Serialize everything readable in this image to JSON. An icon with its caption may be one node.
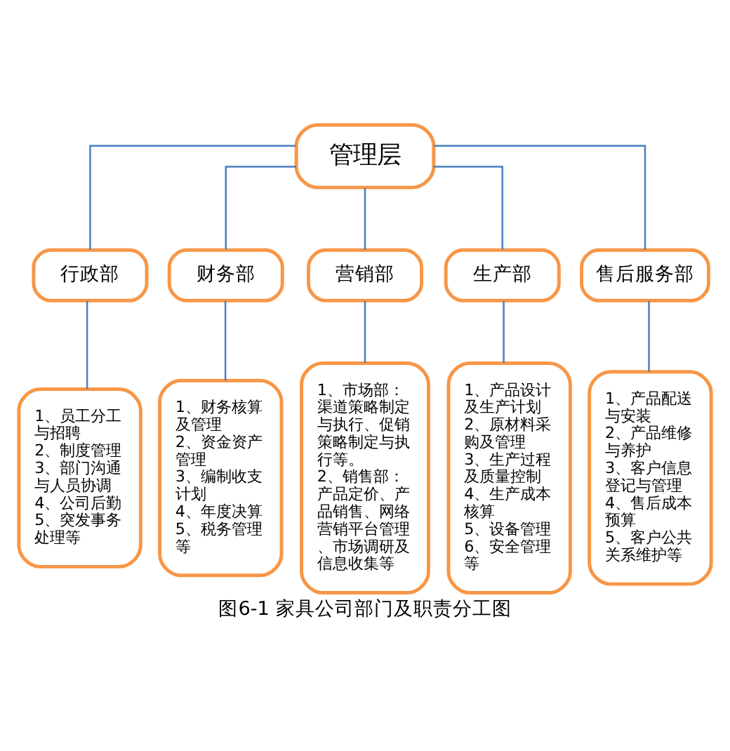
{
  "diagram": {
    "caption": "图6-1 家具公司部门及职责分工图",
    "nodes": [
      {
        "text": [
          "管理层"
        ]
      },
      {
        "text": [
          "行政部"
        ]
      },
      {
        "text": [
          "财务部"
        ]
      },
      {
        "text": [
          "营销部"
        ]
      },
      {
        "text": [
          "生产部"
        ]
      },
      {
        "text": [
          "售后服务部"
        ]
      },
      {
        "text": [
          "1、员工分工与招聘",
          "2、制度管理",
          "3、部门沟通与人员协调",
          "4、公司后勤",
          "5、突发事务处理等"
        ]
      },
      {
        "text": [
          "1、财务核算及管理",
          "2、资金资产管理",
          "3、编制收支计划",
          "4、年度决算",
          "5、税务管理等"
        ]
      },
      {
        "text": [
          "1、市场部：渠道策略制定与执行、促销策略制定与执行等。",
          "2、销售部：产品定价、产品销售、网络营销平台管理、市场调研及信息收集等"
        ]
      },
      {
        "text": [
          "1、产品设计及生产计划",
          "2、原材料采购及管理",
          "3、生产过程及质量控制",
          "4、生产成本核算",
          "5、设备管理",
          "6、安全管理等"
        ]
      },
      {
        "text": [
          "1、产品配送与安装",
          "2、产品维修与养护",
          "3、客户信息登记与管理",
          "4、售后成本预算",
          "5、客户公共关系维护等"
        ]
      }
    ],
    "edges": [
      {
        "from": 0,
        "to": 1,
        "arrow": "none"
      },
      {
        "from": 0,
        "to": 2,
        "arrow": "none"
      },
      {
        "from": 0,
        "to": 3,
        "arrow": "none"
      },
      {
        "from": 0,
        "to": 4,
        "arrow": "none"
      },
      {
        "from": 0,
        "to": 5,
        "arrow": "none"
      },
      {
        "from": 1,
        "to": 6,
        "arrow": "none"
      },
      {
        "from": 2,
        "to": 7,
        "arrow": "none"
      },
      {
        "from": 3,
        "to": 8,
        "arrow": "none"
      },
      {
        "from": 4,
        "to": 9,
        "arrow": "none"
      },
      {
        "from": 5,
        "to": 10,
        "arrow": "none"
      }
    ]
  }
}
